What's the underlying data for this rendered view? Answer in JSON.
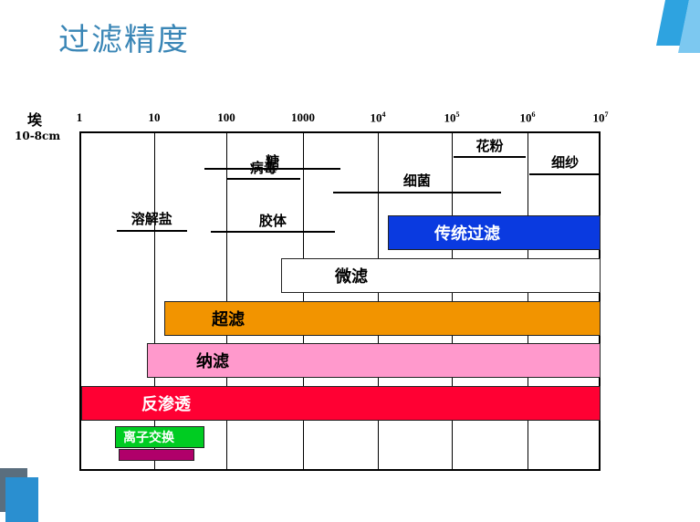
{
  "title": "过滤精度",
  "axis": {
    "unit_top": "埃",
    "unit_bottom": "10-8cm",
    "ticks": [
      {
        "base": "1",
        "exp": ""
      },
      {
        "base": "10",
        "exp": ""
      },
      {
        "base": "100",
        "exp": ""
      },
      {
        "base": "1000",
        "exp": ""
      },
      {
        "base": "10",
        "exp": "4"
      },
      {
        "base": "10",
        "exp": "5"
      },
      {
        "base": "10",
        "exp": "6"
      },
      {
        "base": "10",
        "exp": "7"
      }
    ]
  },
  "items": [
    {
      "label": "糖",
      "from": 1.7,
      "to": 3.5
    },
    {
      "label": "病毒",
      "from": 2.0,
      "to": 2.97
    },
    {
      "label": "细菌",
      "from": 3.4,
      "to": 5.65
    },
    {
      "label": "花粉",
      "from": 5.03,
      "to": 5.97
    },
    {
      "label": "细纱",
      "from": 6.03,
      "to": 7.0
    },
    {
      "label": "溶解盐",
      "from": 0.5,
      "to": 1.45
    },
    {
      "label": "胶体",
      "from": 1.78,
      "to": 3.43
    }
  ],
  "bars": [
    {
      "label": "传统过滤",
      "from": 4.14,
      "to": 7.0,
      "color": "#0a3ae0",
      "text_color": "#ffffff"
    },
    {
      "label": "微滤",
      "from": 2.71,
      "to": 7.0,
      "color": "#ffffff",
      "text_color": "#000000"
    },
    {
      "label": "超滤",
      "from": 1.14,
      "to": 7.0,
      "color": "#f29400",
      "text_color": "#000000"
    },
    {
      "label": "纳滤",
      "from": 0.9,
      "to": 7.0,
      "color": "#ff99cc",
      "text_color": "#000000"
    },
    {
      "label": "反渗透",
      "from": 0.02,
      "to": 7.0,
      "color": "#ff0033",
      "text_color": "#ffffff"
    },
    {
      "label": "离子交换",
      "from": 0.48,
      "to": 1.69,
      "color": "#00cc22",
      "text_color": "#ffffff"
    },
    {
      "label": "",
      "from": 0.52,
      "to": 1.56,
      "color": "#b0006a",
      "text_color": "#ffffff"
    }
  ]
}
